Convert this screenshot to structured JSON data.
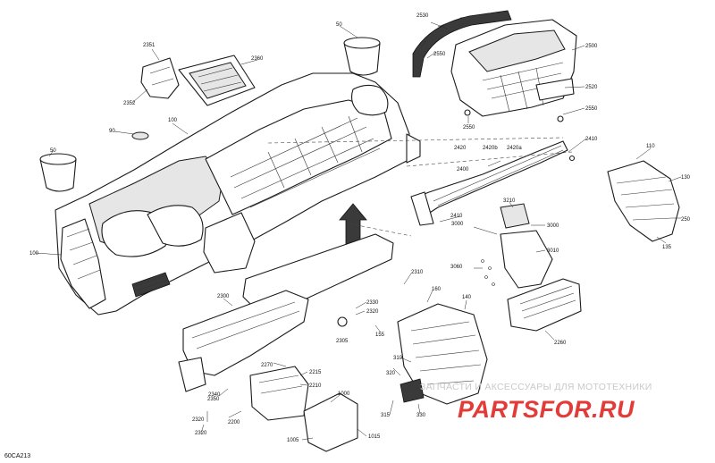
{
  "diagram_code": "60CA213",
  "watermark": {
    "tagline": "ЗАПЧАСТИ И АКСЕССУАРЫ ДЛЯ МОТОТЕХНИКИ",
    "brand": "PARTSFOR.RU"
  },
  "callouts": [
    "2530",
    "2550",
    "2500",
    "2520",
    "2550",
    "2550",
    "2351",
    "2352",
    "2360",
    "50",
    "100",
    "90",
    "50",
    "100",
    "2420",
    "2420b",
    "2420a",
    "2410",
    "2400",
    "2410",
    "110",
    "130",
    "250",
    "135",
    "3210",
    "3000",
    "3000",
    "3010",
    "3060",
    "2310",
    "2300",
    "2330",
    "2320",
    "2305",
    "155",
    "160",
    "140",
    "2260",
    "2270",
    "2215",
    "2210",
    "2340",
    "2320",
    "2320",
    "2200",
    "320",
    "310",
    "1000",
    "315",
    "330",
    "1005",
    "1015",
    "2350"
  ]
}
